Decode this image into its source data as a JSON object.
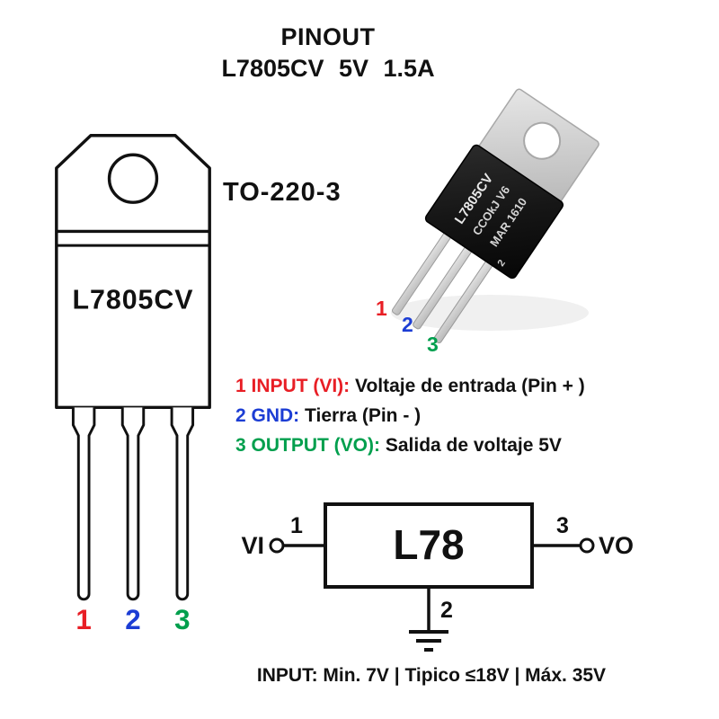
{
  "header": {
    "title": "PINOUT",
    "subtitle": "L7805CV 5V 1.5A"
  },
  "package_drawing": {
    "label": "TO-220-3",
    "part_number": "L7805CV",
    "pins": [
      {
        "number": "1",
        "color": "#e81e25"
      },
      {
        "number": "2",
        "color": "#1c3dd4"
      },
      {
        "number": "3",
        "color": "#009f4d"
      }
    ]
  },
  "photo": {
    "marking_line1": "L7805CV",
    "marking_line2": "CCOkJ V6",
    "marking_line3": "MAR 1610",
    "marking_small": "2",
    "pins": [
      {
        "number": "1",
        "color": "#e81e25"
      },
      {
        "number": "2",
        "color": "#1c3dd4"
      },
      {
        "number": "3",
        "color": "#009f4d"
      }
    ]
  },
  "legend": {
    "items": [
      {
        "lead": "1 INPUT (VI):",
        "rest": "Voltaje de entrada (Pin + )",
        "color": "#e81e25"
      },
      {
        "lead": "2 GND:",
        "rest": "Tierra (Pin - )",
        "color": "#1c3dd4"
      },
      {
        "lead": "3 OUTPUT (VO):",
        "rest": "Salida de voltaje 5V",
        "color": "#009f4d"
      }
    ]
  },
  "schematic": {
    "block_label": "L78",
    "input_label": "VI",
    "output_label": "VO",
    "pin1": "1",
    "pin2": "2",
    "pin3": "3"
  },
  "footer": {
    "note": "INPUT: Min. 7V | Tipico ≤18V | Máx. 35V"
  }
}
